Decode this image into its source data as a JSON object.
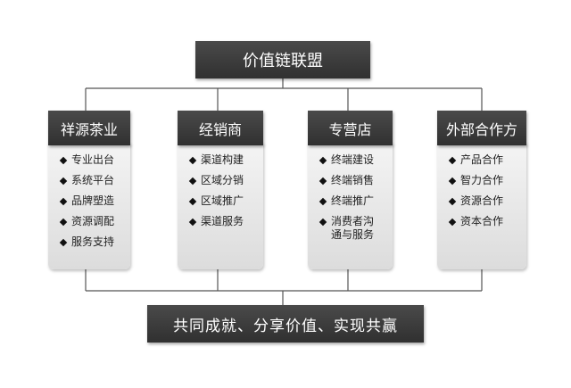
{
  "top": {
    "title": "价值链联盟"
  },
  "categories": [
    {
      "title": "祥源茶业",
      "items": [
        "专业出台",
        "系统平台",
        "品牌塑造",
        "资源调配",
        "服务支持"
      ]
    },
    {
      "title": "经销商",
      "items": [
        "渠道构建",
        "区域分销",
        "区域推广",
        "渠道服务"
      ]
    },
    {
      "title": "专营店",
      "items": [
        "终端建设",
        "终端销售",
        "终端推广",
        "消费者沟\n通与服务"
      ]
    },
    {
      "title": "外部合作方",
      "items": [
        "产品合作",
        "智力合作",
        "资源合作",
        "资本合作"
      ]
    }
  ],
  "bottom": {
    "title": "共同成就、分享价值、实现共赢"
  }
}
